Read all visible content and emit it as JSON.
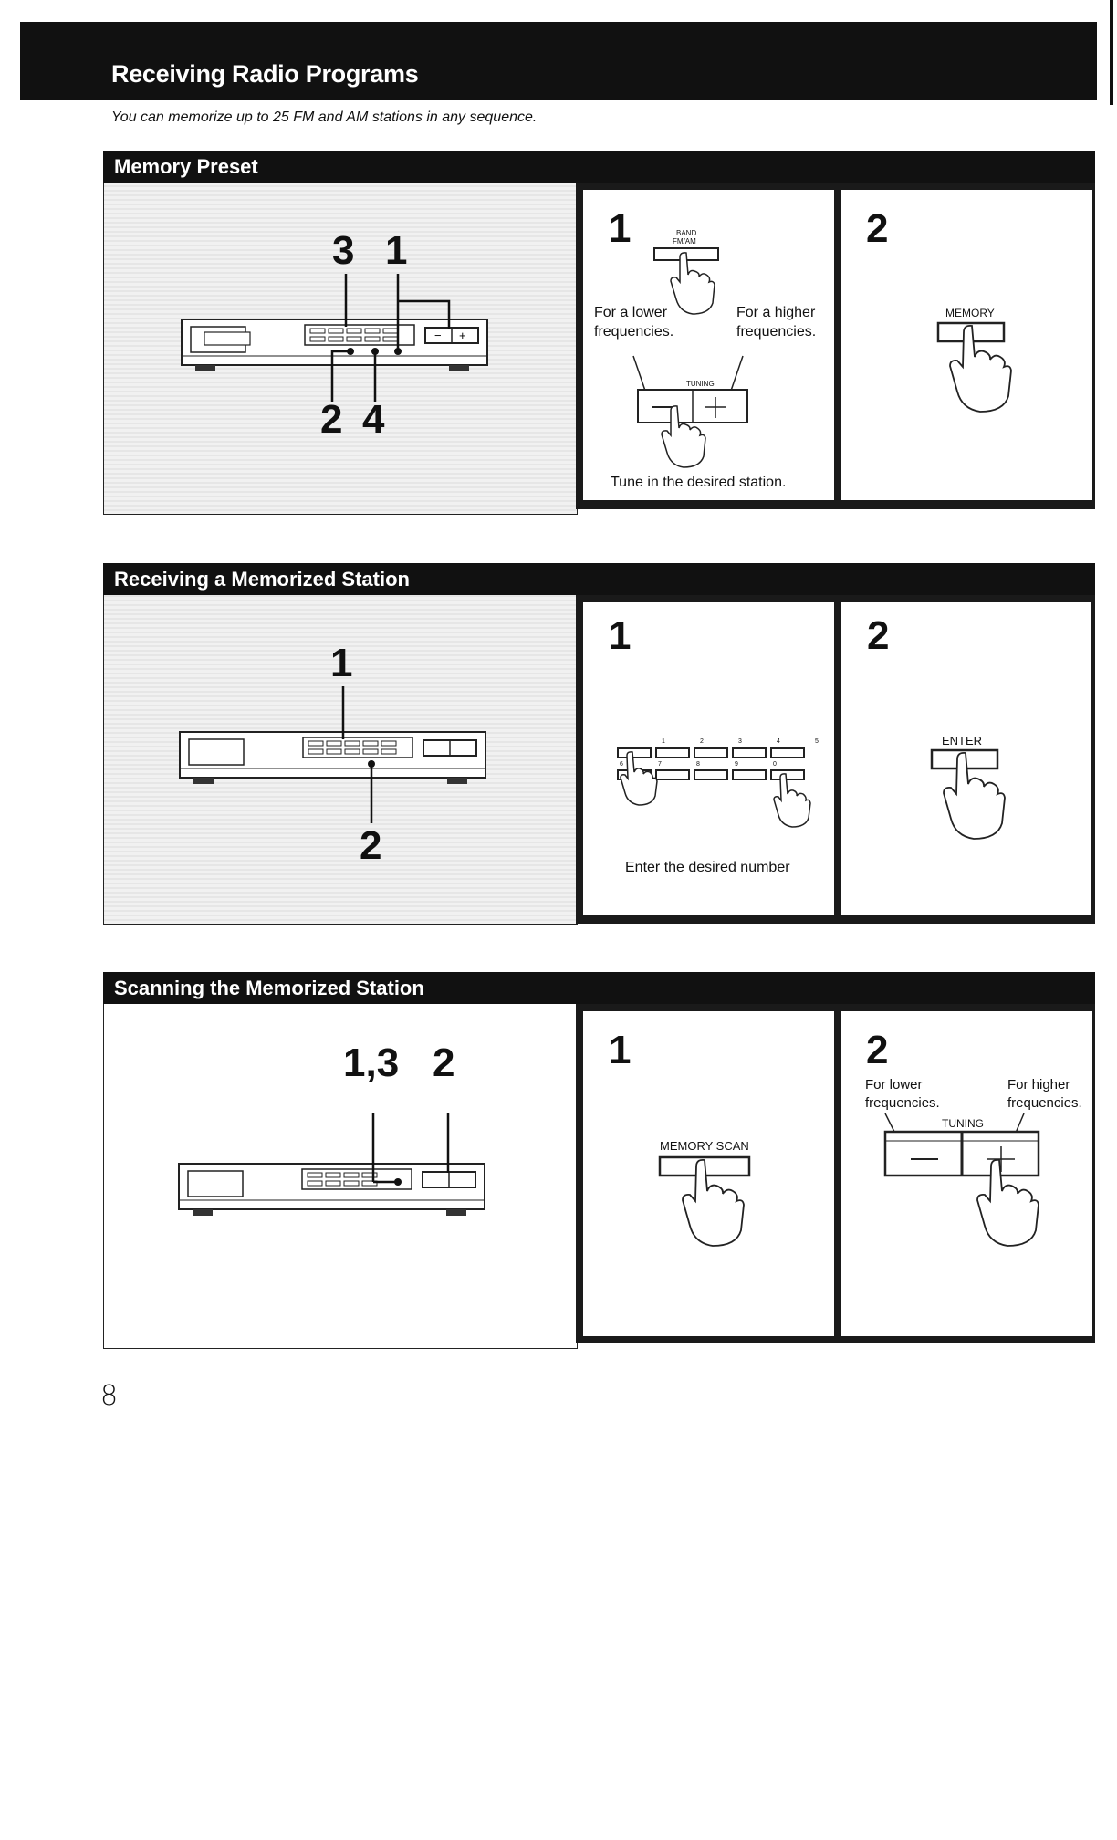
{
  "header": {
    "title": "Receiving Radio Programs",
    "subtitle": "You can memorize up to 25 FM and AM stations in any sequence."
  },
  "memory_preset": {
    "heading": "Memory Preset",
    "callouts": [
      "3",
      "1",
      "2",
      "4"
    ],
    "step1": {
      "number": "1",
      "band_label_top": "BAND",
      "band_label_bottom": "FM/AM",
      "lower": [
        "For a lower",
        "frequencies."
      ],
      "higher": [
        "For a higher",
        "frequencies."
      ],
      "tuning_label": "TUNING",
      "caption": "Tune in the desired station."
    },
    "step2": {
      "number": "2",
      "button_label": "MEMORY"
    }
  },
  "receiving": {
    "heading": "Receiving a Memorized Station",
    "callouts": [
      "1",
      "2"
    ],
    "step1": {
      "number": "1",
      "key_numbers": [
        "1",
        "2",
        "3",
        "4",
        "5",
        "6",
        "7",
        "8",
        "9",
        "0"
      ],
      "caption": "Enter the desired number"
    },
    "step2": {
      "number": "2",
      "button_label": "ENTER"
    }
  },
  "scanning": {
    "heading": "Scanning the Memorized Station",
    "callouts": [
      "1,3",
      "2"
    ],
    "step1": {
      "number": "1",
      "button_label": "MEMORY SCAN"
    },
    "step2": {
      "number": "2",
      "lower": [
        "For lower",
        "frequencies."
      ],
      "higher": [
        "For higher",
        "frequencies."
      ],
      "tuning_label": "TUNING"
    }
  },
  "page_number": "8"
}
